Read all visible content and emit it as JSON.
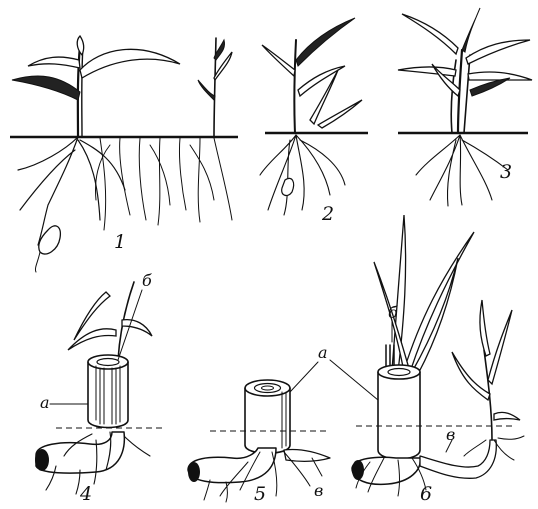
{
  "figure": {
    "panel_numbers": [
      "1",
      "2",
      "3",
      "4",
      "5",
      "6"
    ],
    "part_labels": {
      "a": "а",
      "b": "б",
      "v": "в"
    }
  }
}
